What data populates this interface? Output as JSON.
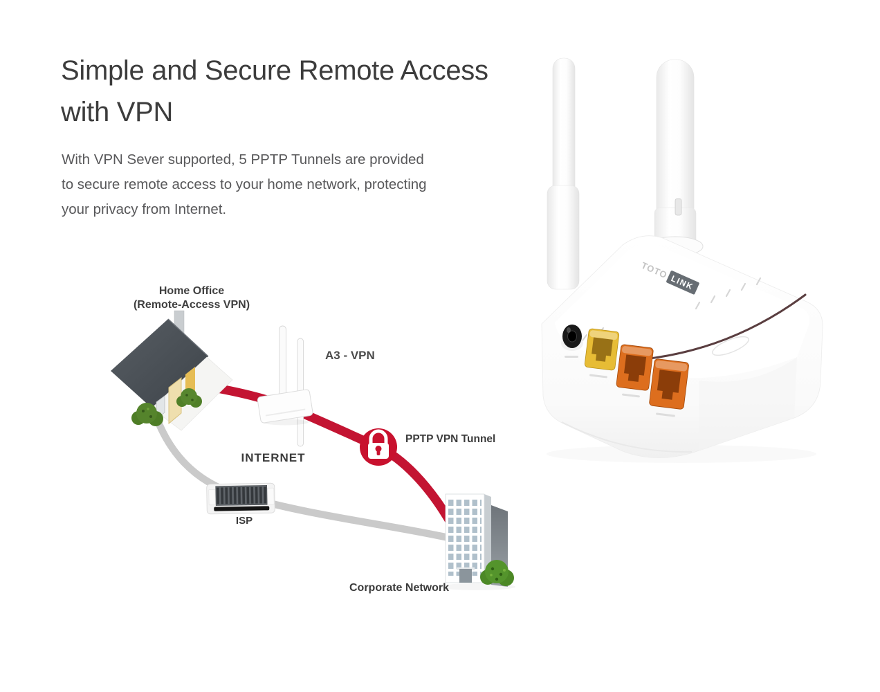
{
  "header": {
    "title_lines": [
      "Simple and Secure Remote Access",
      "with VPN"
    ],
    "body_lines": [
      "With VPN Sever supported, 5 PPTP Tunnels are provided",
      "to secure remote access to your home network, protecting",
      "your privacy from Internet."
    ]
  },
  "diagram": {
    "home_office_lines": [
      "Home Office",
      "(Remote-Access VPN)"
    ],
    "router_label": "A3 - VPN",
    "internet_label": "INTERNET",
    "tunnel_label": "PPTP VPN Tunnel",
    "isp_label": "ISP",
    "corporate_label": "Corporate Network",
    "colors": {
      "vpn_tunnel_red": "#c31432",
      "isp_line_gray": "#cacaca",
      "lock_badge_red": "#c8112e"
    }
  },
  "product": {
    "brand_left": "TOTO",
    "brand_right": "LINK",
    "colors": {
      "wan_port_yellow": "#e7bc35",
      "lan_port_orange": "#dd6e1e",
      "accent_line": "#48292b"
    }
  }
}
